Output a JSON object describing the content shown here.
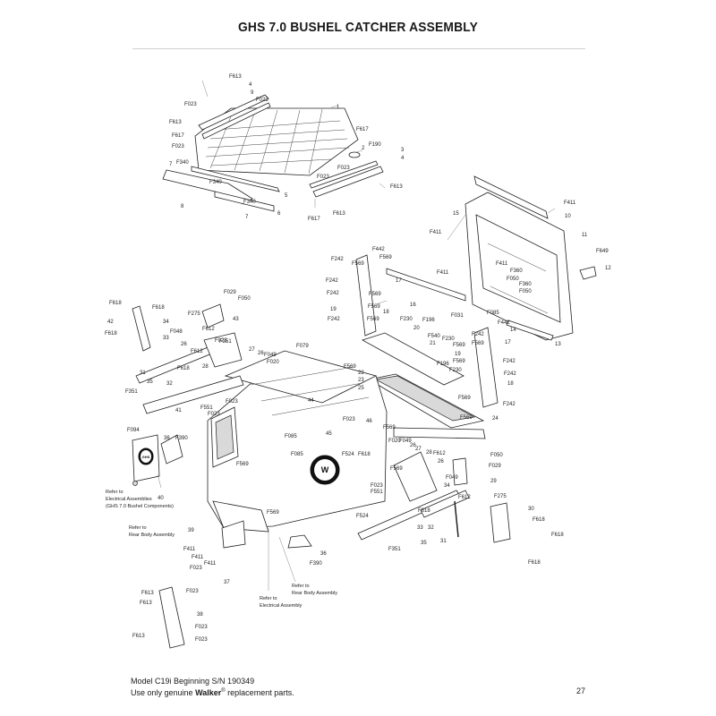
{
  "title": "GHS 7.0 BUSHEL CATCHER ASSEMBLY",
  "footer": {
    "model_line": "Model C19i Beginning S/N 190349",
    "parts_prefix": "Use only genuine ",
    "brand": "Walker",
    "brand_mark": "®",
    "parts_suffix": " replacement parts.",
    "page_number": "27"
  },
  "notes": {
    "elec_1": "Refer to",
    "elec_2": "Electrical Assemblies",
    "elec_3": "(GHS 7.0 Bushel Components)",
    "rear_1": "Refer to",
    "rear_2": "Rear Body Assembly",
    "rear2_1": "Refer to",
    "rear2_2": "Rear Body Assembly",
    "elec2_1": "Refer to",
    "elec2_2": "Electrical Assembly"
  },
  "decal": {
    "text": "GHS"
  },
  "callouts": {
    "c1": "F613",
    "c2": "4",
    "c3": "9",
    "c4": "F023",
    "c5": "1",
    "c6": "F023",
    "c7": "F613",
    "c8": "F617",
    "c9": "F023",
    "c10": "F617",
    "c11": "F190",
    "c12": "3",
    "c13": "2",
    "c14": "4",
    "c15": "F023",
    "c16": "F340",
    "c17": "7",
    "c18": "F340",
    "c19": "8",
    "c20": "F023",
    "c21": "5",
    "c22": "F340",
    "c23": "6",
    "c24": "7",
    "c25": "F613",
    "c26": "F617",
    "c27": "F613",
    "c28": "F411",
    "c29": "10",
    "c30": "15",
    "c31": "F411",
    "c32": "11",
    "c33": "F649",
    "c34": "12",
    "c35": "F442",
    "c36": "F242",
    "c37": "F569",
    "c38": "F569",
    "c39": "F242",
    "c40": "F242",
    "c41": "F411",
    "c42": "F411",
    "c43": "F360",
    "c44": "F050",
    "c45": "F360",
    "c46": "F050",
    "c47": "17",
    "c48": "16",
    "c49": "F569",
    "c50": "19",
    "c51": "F242",
    "c52": "F569",
    "c53": "18",
    "c54": "F569",
    "c55": "F230",
    "c56": "F031",
    "c57": "F196",
    "c58": "F085",
    "c59": "F442",
    "c60": "14",
    "c61": "13",
    "c62": "20",
    "c63": "F540",
    "c64": "F230",
    "c65": "21",
    "c66": "F569",
    "c67": "F242",
    "c68": "17",
    "c69": "F569",
    "c70": "19",
    "c71": "F196",
    "c72": "F569",
    "c73": "F242",
    "c74": "F230",
    "c75": "22",
    "c76": "F569",
    "c77": "F242",
    "c78": "23",
    "c79": "18",
    "c80": "25",
    "c81": "F569",
    "c82": "F242",
    "c83": "F569",
    "c84": "24",
    "c85": "F029",
    "c86": "F050",
    "c87": "F618",
    "c88": "F618",
    "c89": "42",
    "c90": "F618",
    "c91": "F275",
    "c92": "43",
    "c93": "34",
    "c94": "F048",
    "c95": "33",
    "c96": "26",
    "c97": "F612",
    "c98": "F023",
    "c99": "F351",
    "c100": "27",
    "c101": "F079",
    "c102": "26",
    "c103": "F049",
    "c104": "F020",
    "c105": "F612",
    "c106": "F618",
    "c107": "28",
    "c108": "31",
    "c109": "32",
    "c110": "35",
    "c111": "F351",
    "c112": "F023",
    "c113": "44",
    "c114": "F551",
    "c115": "41",
    "c116": "F023",
    "c117": "F094",
    "c118": "36",
    "c119": "F390",
    "c120": "F023",
    "c121": "46",
    "c122": "F085",
    "c123": "45",
    "c124": "F569",
    "c125": "F569",
    "c126": "F020",
    "c127": "F049",
    "c128": "27",
    "c129": "F085",
    "c130": "F524",
    "c131": "F618",
    "c132": "26",
    "c133": "28",
    "c134": "F612",
    "c135": "26",
    "c136": "F050",
    "c137": "F029",
    "c138": "F569",
    "c139": "F049",
    "c140": "34",
    "c141": "29",
    "c142": "F023",
    "c143": "F551",
    "c144": "F524",
    "c145": "F612",
    "c146": "F275",
    "c147": "F618",
    "c148": "30",
    "c149": "F618",
    "c150": "F618",
    "c151": "39",
    "c152": "F411",
    "c153": "F411",
    "c154": "F411",
    "c155": "F023",
    "c156": "37",
    "c157": "36",
    "c158": "F390",
    "c159": "F613",
    "c160": "F023",
    "c161": "F613",
    "c162": "38",
    "c163": "F023",
    "c164": "F613",
    "c165": "F023",
    "c166": "33",
    "c167": "32",
    "c168": "35",
    "c169": "31",
    "c170": "F351",
    "c171": "40",
    "c172": "F618",
    "c173": "F569"
  }
}
